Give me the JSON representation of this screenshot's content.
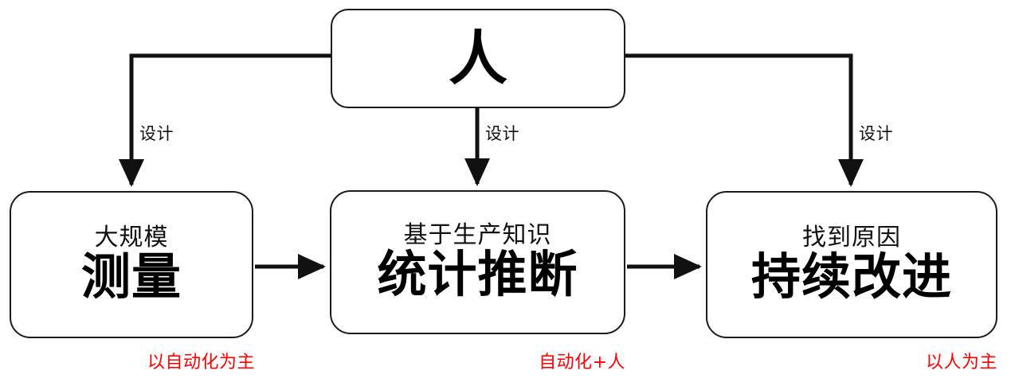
{
  "diagram": {
    "title_node": {
      "label": "人"
    },
    "nodes": [
      {
        "id": "measure",
        "subtitle": "大规模",
        "title": "测量",
        "note": "以自动化为主"
      },
      {
        "id": "inference",
        "subtitle": "基于生产知识",
        "title": "统计推断",
        "note": "自动化+人"
      },
      {
        "id": "improve",
        "subtitle": "找到原因",
        "title": "持续改进",
        "note": "以人为主"
      }
    ],
    "edges": [
      {
        "id": "design-left",
        "label": "设计"
      },
      {
        "id": "design-center",
        "label": "设计"
      },
      {
        "id": "design-right",
        "label": "设计"
      }
    ],
    "colors": {
      "stroke": "#1a1a1a",
      "note": "#ff0000",
      "background": "#ffffff"
    }
  }
}
